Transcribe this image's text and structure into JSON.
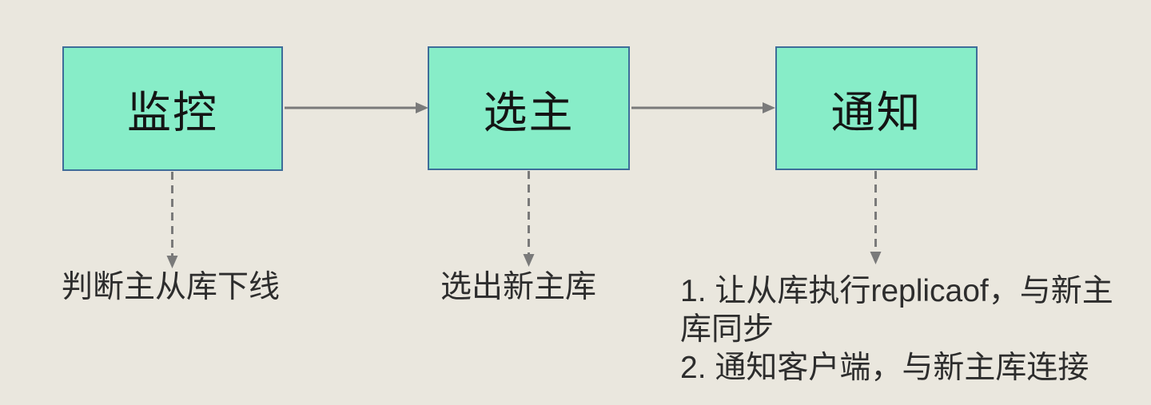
{
  "palette": {
    "background": "#eae7de",
    "node_fill": "#87edc8",
    "node_border": "#3e6d99",
    "arrow": "#7a7a7a",
    "text": "#2d2d2d"
  },
  "flow": {
    "nodes": [
      {
        "id": "monitor",
        "label": "监控"
      },
      {
        "id": "elect",
        "label": "选主"
      },
      {
        "id": "notify",
        "label": "通知"
      }
    ],
    "annotations": [
      {
        "lines": [
          "判断主从库下线"
        ]
      },
      {
        "lines": [
          "选出新主库"
        ]
      },
      {
        "lines": [
          "1. 让从库执行replicaof，与新主",
          "库同步",
          "2. 通知客户端，与新主库连接"
        ]
      }
    ]
  }
}
